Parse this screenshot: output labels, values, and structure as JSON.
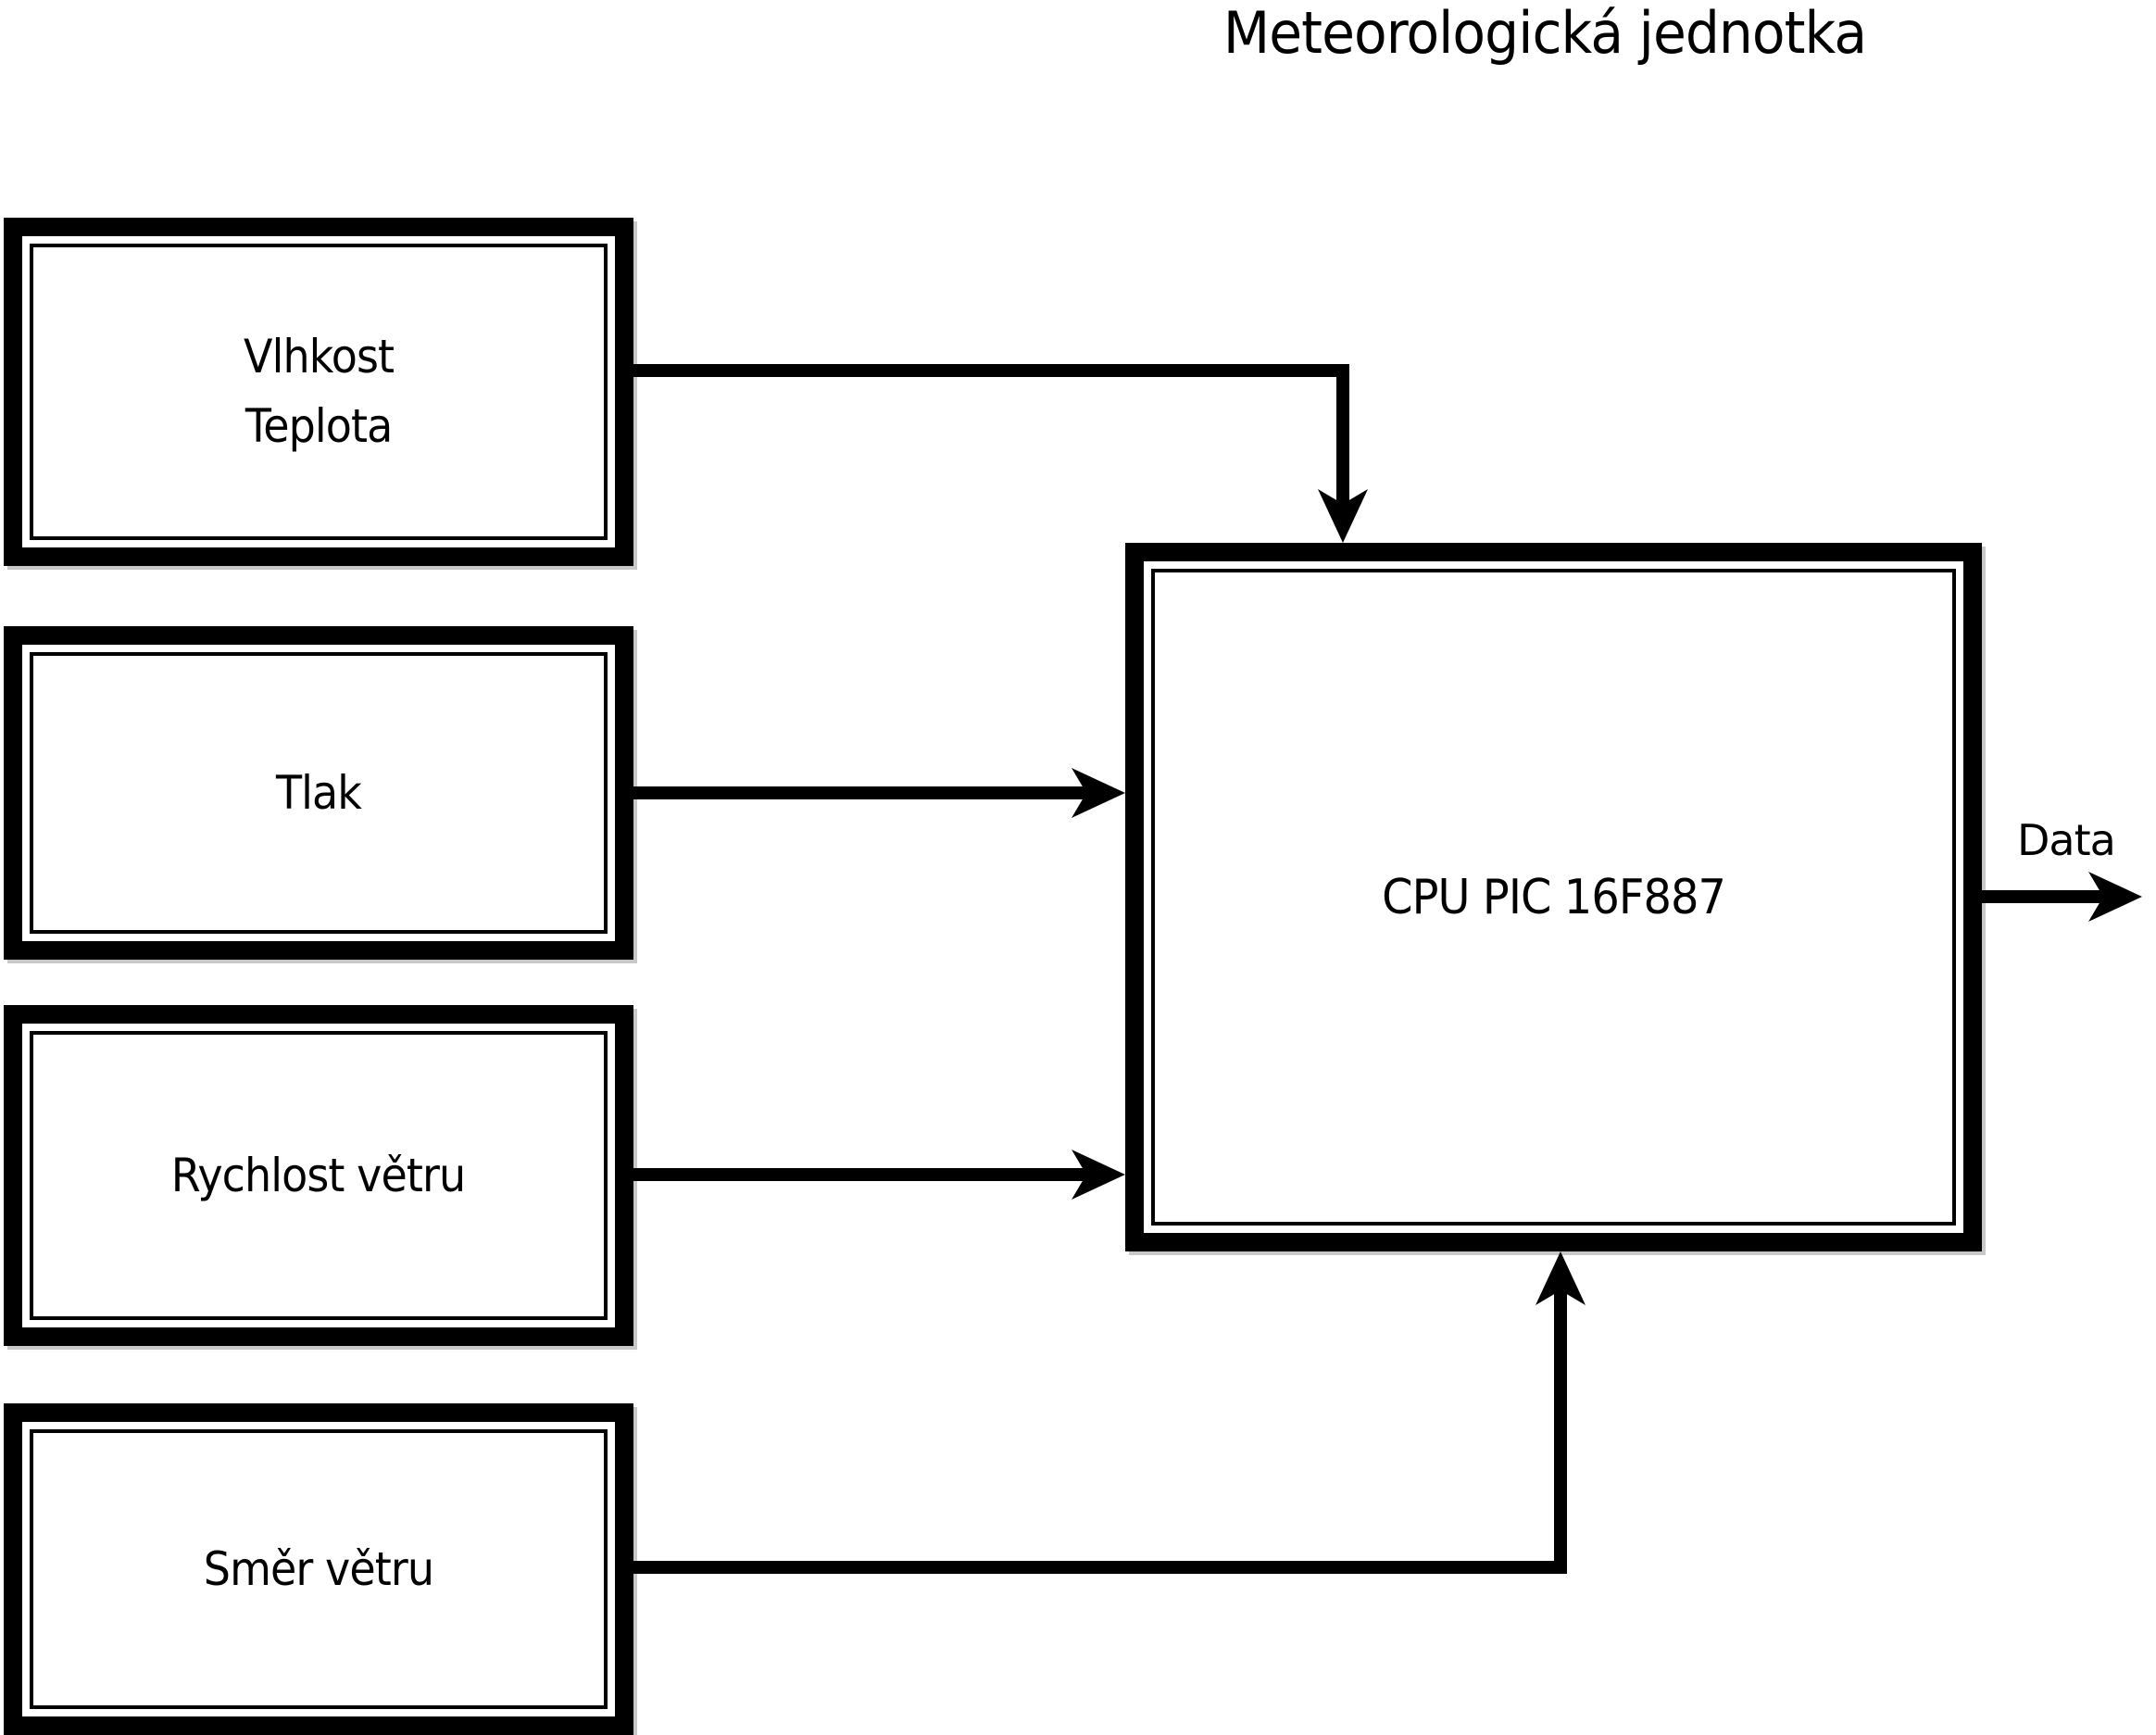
{
  "title": "Meteorologická jednotka",
  "diagram": {
    "sensors": [
      {
        "id": "humidity-temperature",
        "lines": [
          "Vlhkost",
          "Teplota"
        ]
      },
      {
        "id": "pressure",
        "lines": [
          "Tlak"
        ]
      },
      {
        "id": "wind-speed",
        "lines": [
          "Rychlost větru"
        ]
      },
      {
        "id": "wind-direction",
        "lines": [
          "Směr větru"
        ]
      }
    ],
    "cpu": {
      "label": "CPU PIC 16F887"
    },
    "output": {
      "label": "Data"
    }
  },
  "colors": {
    "line": "#000000",
    "background": "#ffffff",
    "shadow": "#c8c8c8"
  }
}
